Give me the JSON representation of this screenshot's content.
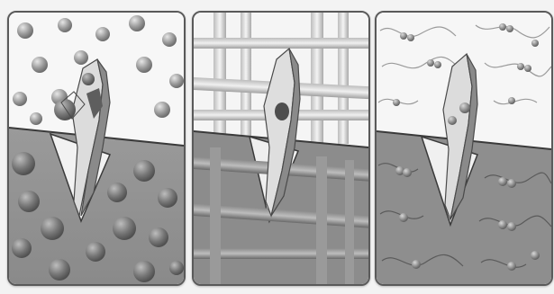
{
  "panels": [
    {
      "scene": "spheres"
    },
    {
      "scene": "rods"
    },
    {
      "scene": "chains"
    }
  ],
  "colors": {
    "upper_bg": "#f6f6f6",
    "lower_bg": "#8d8d8d",
    "crystal_light": "#e0e0e0",
    "crystal_dark": "#6c6c6c",
    "sphere": "#9b9b9b",
    "rod": "#cfcfcf",
    "border": "#5a5a5a"
  }
}
